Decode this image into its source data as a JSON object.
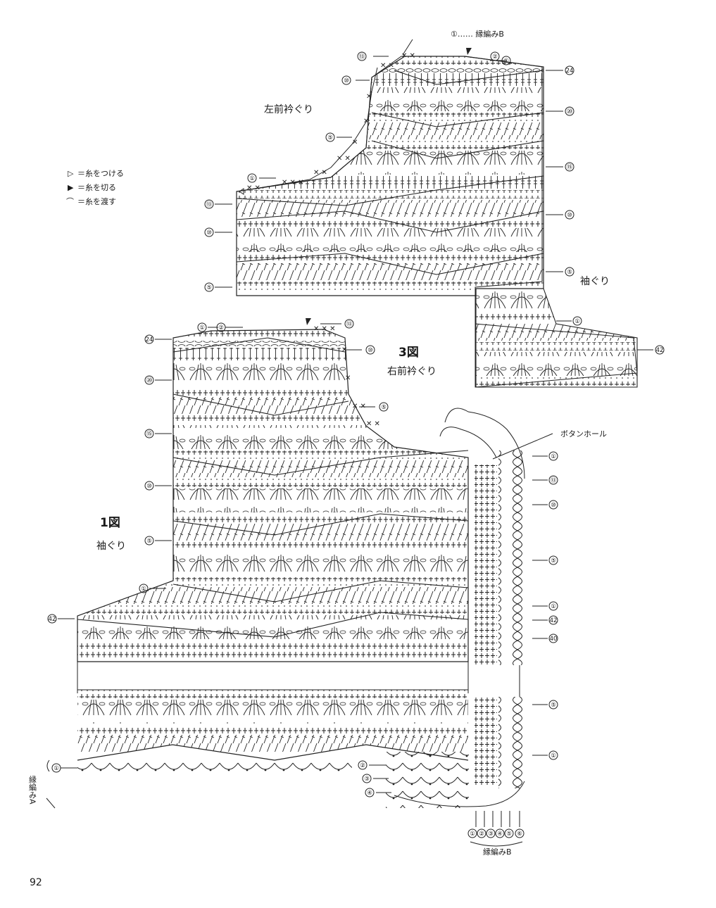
{
  "page_number": "92",
  "legend": [
    {
      "symbol": "▷",
      "text": "＝糸をつける"
    },
    {
      "symbol": "▶",
      "text": "＝糸を切る"
    },
    {
      "symbol": "⌒",
      "text": "＝糸を渡す"
    }
  ],
  "labels": {
    "fig1": "1図",
    "fig3": "3図",
    "left_neck": "左前衿ぐり",
    "right_neck": "右前衿ぐり",
    "armhole_1": "袖ぐり",
    "armhole_3": "袖ぐり",
    "buttonhole": "ボタンホール",
    "edge_b_top": "①…… 縁編みB",
    "edge_b_bottom": "縁編みB",
    "edge_a": "縁編みA"
  },
  "rows": {
    "r1": "①",
    "r2": "②",
    "r3": "③",
    "r4": "④",
    "r5": "⑤",
    "r6": "⑥",
    "r10": "⑩",
    "r13": "⑬",
    "r15": "⑮",
    "r20": "⑳",
    "r24": "24",
    "r40": "40",
    "r42": "42"
  }
}
